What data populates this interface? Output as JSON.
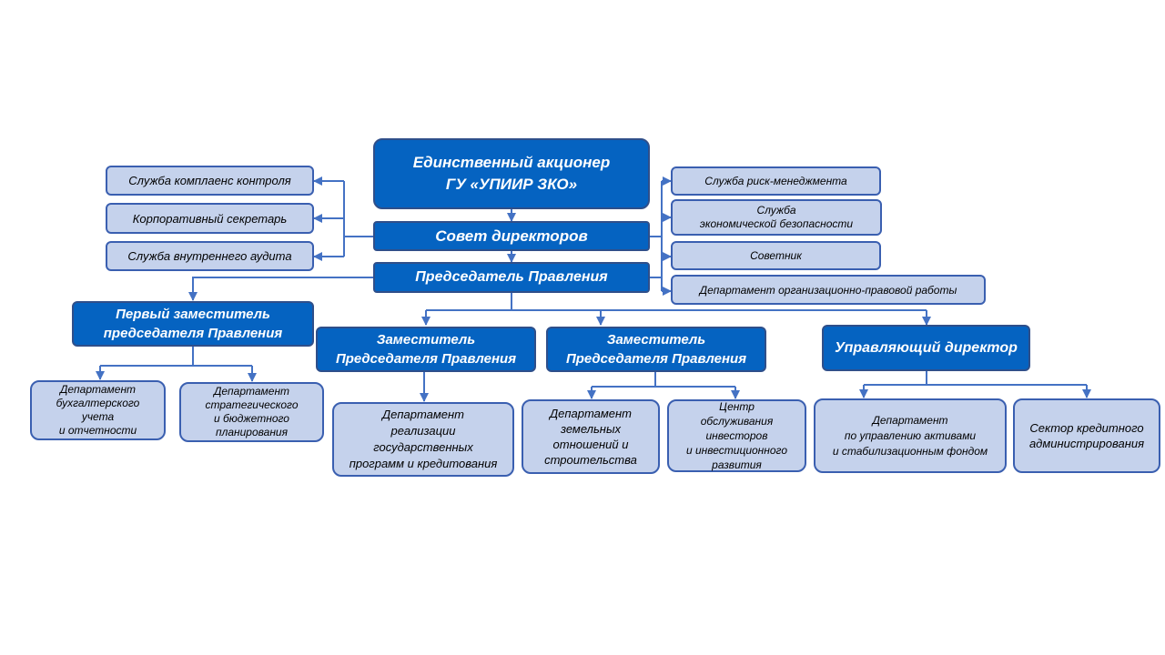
{
  "boxes": {
    "shareholder": "Единственный  акционер\nГУ «УПИИР ЗКО»",
    "board": "Совет директоров",
    "chairman": "Председатель Правления",
    "compliance": "Служба комплаенс  контроля",
    "corp_secretary": "Корпоративный секретарь",
    "internal_audit": "Служба внутреннего аудита",
    "risk_management": "Служба  риск-менеджмента",
    "economic_security": "Служба\nэкономической безопасности",
    "advisor": "Советник",
    "legal_department": "Департамент организационно-правовой работы",
    "first_deputy": "Первый заместитель\nпредседателя Правления",
    "deputy_1": "Заместитель\nПредседателя Правления",
    "deputy_2": "Заместитель\nПредседателя Правления",
    "managing_director": "Управляющий директор",
    "dept_accounting": "Департамент\nбухгалтерского\nучета\nи отчетности",
    "dept_strategic": "Департамент\nстратегического\nи бюджетного\nпланирования",
    "dept_programs": "Департамент\nреализации\nгосударственных\nпрограмм и кредитования",
    "dept_land": "Департамент\nземельных\nотношений и\nстроительства",
    "investor_center": "Центр\nобслуживания\nинвесторов\nи инвестиционного\nразвития",
    "dept_assets": "Департамент\nпо управлению активами\nи стабилизационным  фондом",
    "credit_sector": "Сектор кредитного\nадминистрирования"
  }
}
